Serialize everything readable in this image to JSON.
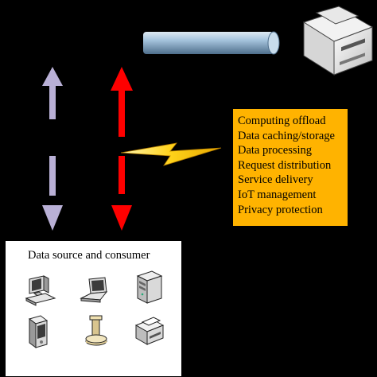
{
  "functions_box": {
    "items": [
      "Computing offload",
      "Data caching/storage",
      "Data processing",
      "Request distribution",
      "Service delivery",
      "IoT management",
      "Privacy protection"
    ]
  },
  "device_panel": {
    "title": "Data source and consumer",
    "devices": [
      "desktop-computer-icon",
      "laptop-icon",
      "server-tower-icon",
      "smartphone-icon",
      "sensor-icon",
      "printer-icon"
    ]
  },
  "colors": {
    "background": "#000000",
    "functions_box_fill": "#ffb300",
    "left_arrow": "#b9b0d6",
    "right_arrow": "#ff0000",
    "lightning": "#ffd21a",
    "pipe": "#a9c7e0"
  }
}
